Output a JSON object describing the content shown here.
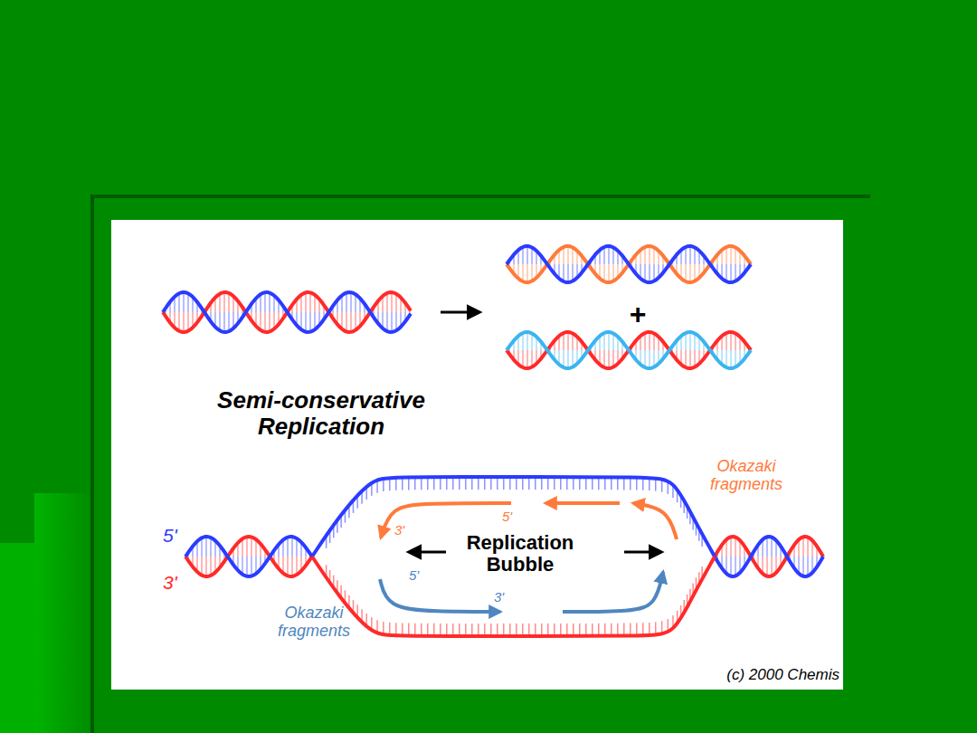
{
  "diagram": {
    "labels": [
      "+",
      "Semi-conservative Replication",
      "Okazaki fragments",
      "5'",
      "3'",
      "5'",
      "Replication Bubble",
      "3'",
      "5'",
      "3'",
      "Okazaki fragments",
      "(c) 2000 Chemis"
    ]
  }
}
